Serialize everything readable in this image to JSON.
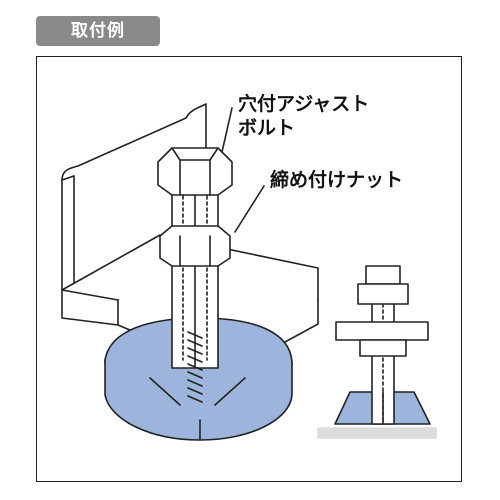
{
  "header": {
    "tab_label": "取付例"
  },
  "callouts": {
    "adjust_bolt_line1": "穴付アジャスト",
    "adjust_bolt_line2": "ボルト",
    "lock_nut": "締め付けナット"
  },
  "colors": {
    "tab_bg": "#8a8a8a",
    "base_blue": "#9db4dc",
    "line": "#222222",
    "white": "#ffffff"
  }
}
